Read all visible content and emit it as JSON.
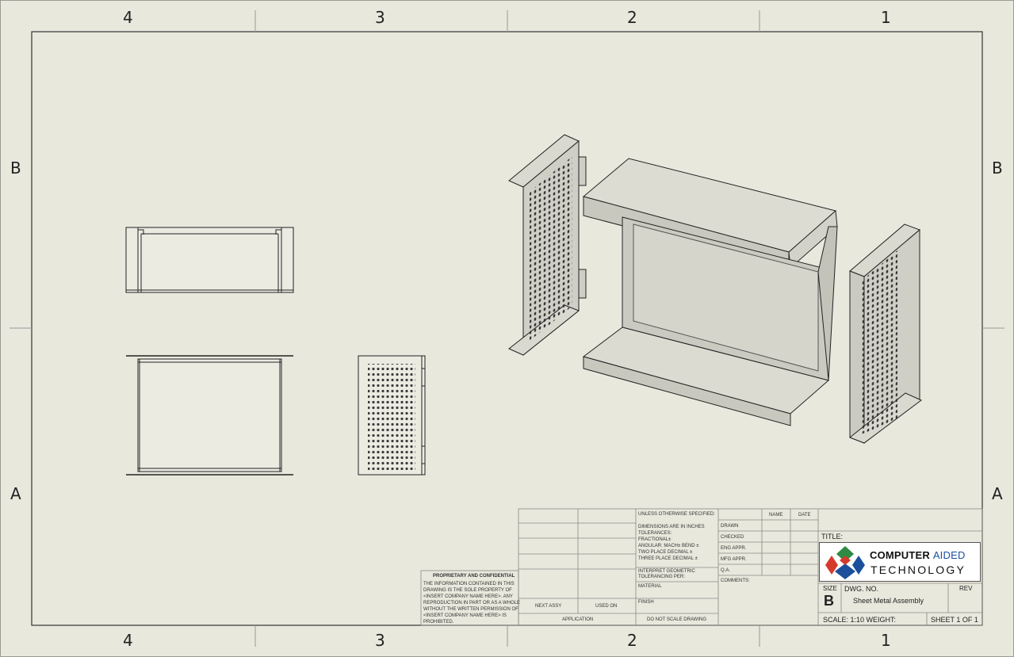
{
  "zones": {
    "columns": [
      "4",
      "3",
      "2",
      "1"
    ],
    "rows": [
      "B",
      "A"
    ]
  },
  "title_block": {
    "tolerances": {
      "heading": "UNLESS OTHERWISE SPECIFIED:",
      "dimensions": "DIMENSIONS ARE IN INCHES",
      "tolerances": "TOLERANCES:",
      "fractional": "FRACTIONAL±",
      "angular": "ANGULAR: MACH±    BEND ±",
      "two_place": "TWO PLACE DECIMAL    ±",
      "three_place": "THREE PLACE DECIMAL  ±",
      "interpret": "INTERPRET GEOMETRIC",
      "tolerancing": "TOLERANCING PER:",
      "material": "MATERIAL",
      "finish": "FINISH",
      "do_not_scale": "DO NOT SCALE DRAWING"
    },
    "signoff": {
      "name_header": "NAME",
      "date_header": "DATE",
      "drawn": "DRAWN",
      "checked": "CHECKED",
      "eng_appr": "ENG APPR.",
      "mfg_appr": "MFG APPR.",
      "qa": "Q.A.",
      "comments": "COMMENTS:"
    },
    "application": {
      "next_assy": "NEXT ASSY",
      "used_on": "USED ON",
      "application": "APPLICATION"
    },
    "proprietary": {
      "heading": "PROPRIETARY AND CONFIDENTIAL",
      "l1": "THE INFORMATION CONTAINED IN THIS",
      "l2": "DRAWING IS THE SOLE PROPERTY OF",
      "l3": "<INSERT COMPANY NAME HERE>. ANY",
      "l4": "REPRODUCTION IN PART OR AS A WHOLE",
      "l5": "WITHOUT THE WRITTEN PERMISSION OF",
      "l6": "<INSERT COMPANY NAME HERE> IS",
      "l7": "PROHIBITED."
    },
    "title_label": "TITLE:",
    "logo": {
      "word1": "COMPUTER",
      "word2": "AIDED",
      "word3": "TECHNOLOGY"
    },
    "size_label": "SIZE",
    "size_value": "B",
    "dwg_no_label": "DWG.  NO.",
    "dwg_no_value": "Sheet Metal Assembly",
    "rev_label": "REV",
    "scale": "SCALE: 1:10 WEIGHT:",
    "sheet": "SHEET 1 OF 1"
  },
  "colors": {
    "paper": "#e9e8dd",
    "line": "#222222",
    "part_fill": "#d2d1c8",
    "brand_blue": "#1b4f9c",
    "brand_red": "#d43b2c",
    "brand_green": "#2f8a43"
  }
}
